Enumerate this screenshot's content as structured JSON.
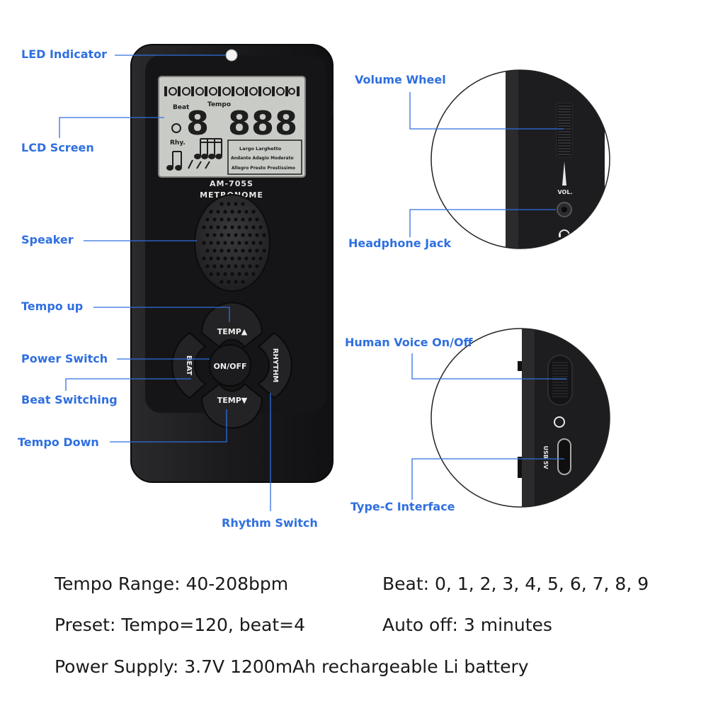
{
  "device": {
    "model": "AM-705S",
    "type_label": "METRONOME",
    "lcd": {
      "beat_label": "Beat",
      "tempo_label": "Tempo",
      "rhythm_label": "Rhy.",
      "beat_digit": "8",
      "tempo_digits": "888",
      "tempo_terms_row1": "Largo  Larghetto",
      "tempo_terms_row2": "Andante Adagio Moderato",
      "tempo_terms_row3": "Allegro Presto Prestissimo"
    },
    "buttons": {
      "tempo_up": "TEMP▲",
      "tempo_down": "TEMP▼",
      "power": "ON/OFF",
      "beat": "BEAT",
      "rhythm": "RHYTHM"
    },
    "side_labels": {
      "volume": "VOL.",
      "usb": "USB 5V"
    }
  },
  "callouts": {
    "led_indicator": "LED Indicator",
    "lcd_screen": "LCD Screen",
    "speaker": "Speaker",
    "tempo_up": "Tempo up",
    "power_switch": "Power Switch",
    "beat_switching": "Beat Switching",
    "tempo_down": "Tempo Down",
    "rhythm_switch": "Rhythm Switch",
    "volume_wheel": "Volume Wheel",
    "headphone_jack": "Headphone Jack",
    "human_voice": "Human Voice On/Off",
    "type_c": "Type-C Interface"
  },
  "specs": {
    "tempo_range": "Tempo Range: 40-208bpm",
    "beat": "Beat: 0, 1, 2, 3, 4, 5, 6, 7, 8, 9",
    "preset": "Preset: Tempo=120, beat=4",
    "auto_off": "Auto off: 3 minutes",
    "power_supply": "Power Supply: 3.7V 1200mAh rechargeable Li battery"
  },
  "colors": {
    "accent": "#2f6fe0",
    "device_body": "#1c1c1e",
    "lcd_bg": "#c9cbc6"
  }
}
